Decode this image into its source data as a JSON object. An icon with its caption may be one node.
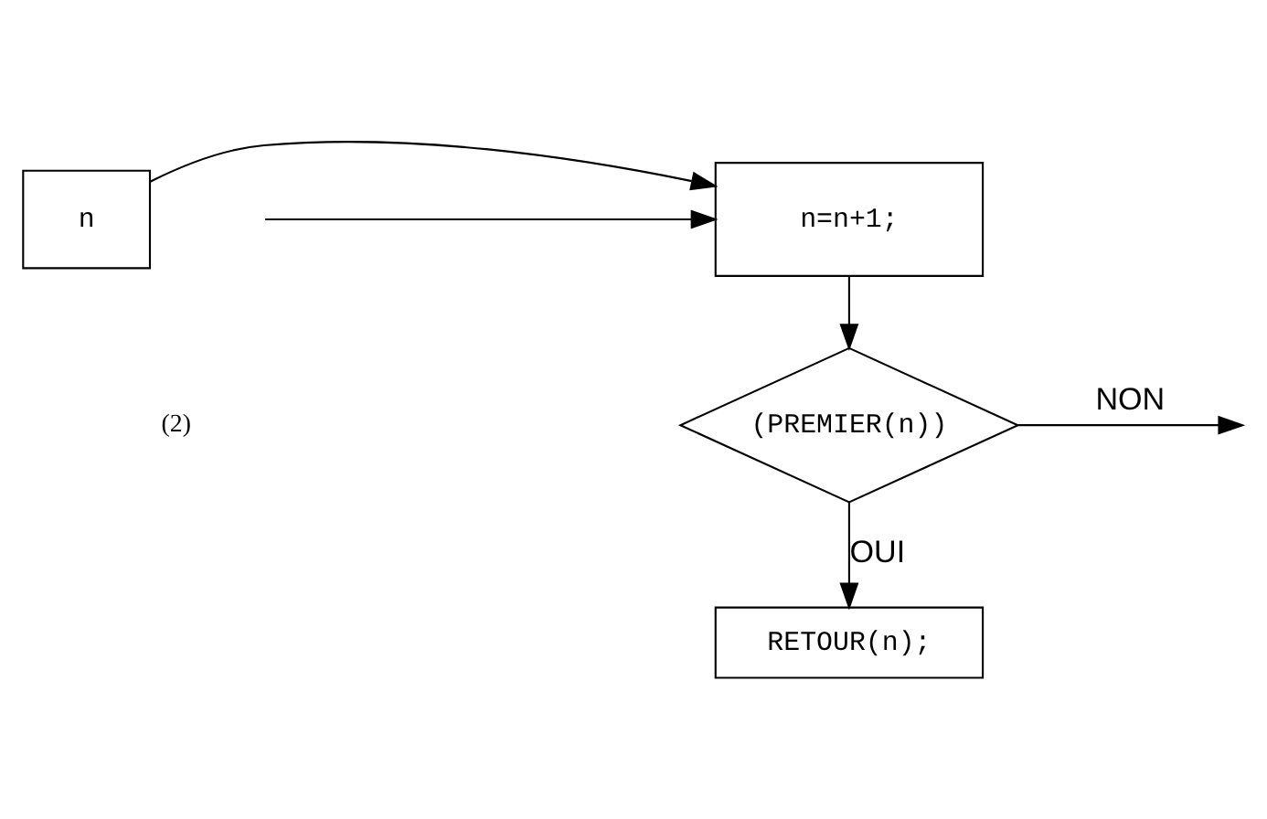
{
  "diagram": {
    "nodes": [
      {
        "text": [
          "n"
        ]
      },
      {
        "text": [
          "n=n+1;"
        ]
      },
      {
        "text": [
          "(PREMIER(n))"
        ]
      },
      {
        "text": [
          "RETOUR(n);"
        ]
      }
    ],
    "edges": [
      {
        "from": 0,
        "to": 1,
        "arrow": "to"
      },
      {
        "from": null,
        "to": 1,
        "arrow": "to"
      },
      {
        "from": 1,
        "to": 2,
        "arrow": "to"
      },
      {
        "from": 2,
        "to": null,
        "arrow": "to",
        "label": "NON"
      },
      {
        "from": 2,
        "to": 3,
        "arrow": "to",
        "label": "OUI"
      }
    ],
    "labels": [
      "(2)"
    ]
  }
}
